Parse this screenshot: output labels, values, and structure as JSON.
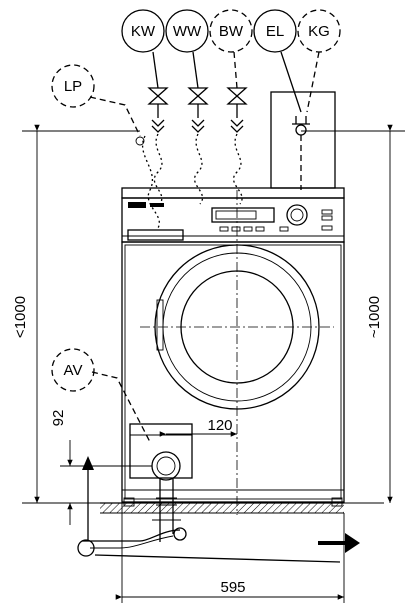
{
  "labels": {
    "kw": "KW",
    "ww": "WW",
    "bw": "BW",
    "el": "EL",
    "kg": "KG",
    "lp": "LP",
    "av": "AV"
  },
  "dimensions": {
    "height_left": "<1000",
    "height_right": "~1000",
    "drain_height": "92",
    "drain_width": "120",
    "width": "595"
  }
}
